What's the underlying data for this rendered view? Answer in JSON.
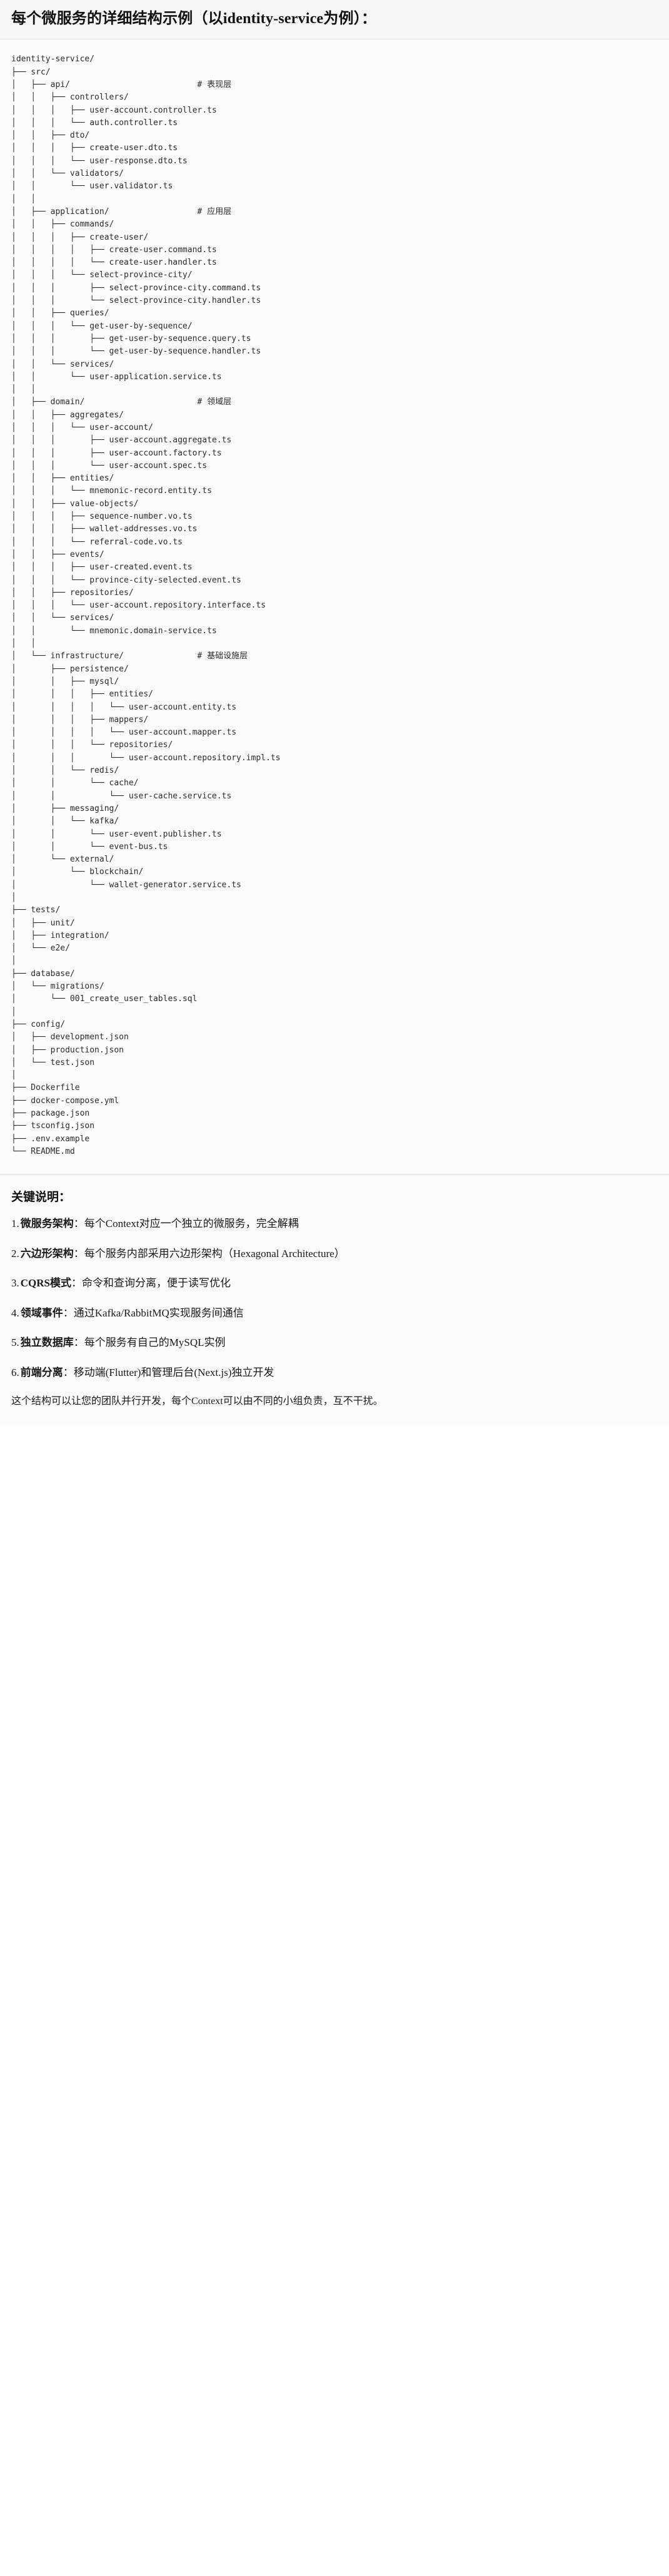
{
  "title": "每个微服务的详细结构示例（以identity-service为例）：",
  "tree": {
    "root": "identity-service/",
    "text": "identity-service/\n├── src/\n│   ├── api/                          # 表现层\n│   │   ├── controllers/\n│   │   │   ├── user-account.controller.ts\n│   │   │   └── auth.controller.ts\n│   │   ├── dto/\n│   │   │   ├── create-user.dto.ts\n│   │   │   └── user-response.dto.ts\n│   │   └── validators/\n│   │       └── user.validator.ts\n│   │\n│   ├── application/                  # 应用层\n│   │   ├── commands/\n│   │   │   ├── create-user/\n│   │   │   │   ├── create-user.command.ts\n│   │   │   │   └── create-user.handler.ts\n│   │   │   └── select-province-city/\n│   │   │       ├── select-province-city.command.ts\n│   │   │       └── select-province-city.handler.ts\n│   │   ├── queries/\n│   │   │   └── get-user-by-sequence/\n│   │   │       ├── get-user-by-sequence.query.ts\n│   │   │       └── get-user-by-sequence.handler.ts\n│   │   └── services/\n│   │       └── user-application.service.ts\n│   │\n│   ├── domain/                       # 领域层\n│   │   ├── aggregates/\n│   │   │   └── user-account/\n│   │   │       ├── user-account.aggregate.ts\n│   │   │       ├── user-account.factory.ts\n│   │   │       └── user-account.spec.ts\n│   │   ├── entities/\n│   │   │   └── mnemonic-record.entity.ts\n│   │   ├── value-objects/\n│   │   │   ├── sequence-number.vo.ts\n│   │   │   ├── wallet-addresses.vo.ts\n│   │   │   └── referral-code.vo.ts\n│   │   ├── events/\n│   │   │   ├── user-created.event.ts\n│   │   │   └── province-city-selected.event.ts\n│   │   ├── repositories/\n│   │   │   └── user-account.repository.interface.ts\n│   │   └── services/\n│   │       └── mnemonic.domain-service.ts\n│   │\n│   └── infrastructure/               # 基础设施层\n│       ├── persistence/\n│       │   ├── mysql/\n│       │   │   ├── entities/\n│       │   │   │   └── user-account.entity.ts\n│       │   │   ├── mappers/\n│       │   │   │   └── user-account.mapper.ts\n│       │   │   └── repositories/\n│       │   │       └── user-account.repository.impl.ts\n│       │   └── redis/\n│       │       └── cache/\n│       │           └── user-cache.service.ts\n│       ├── messaging/\n│       │   └── kafka/\n│       │       └── user-event.publisher.ts\n│       │       └── event-bus.ts\n│       └── external/\n│           └── blockchain/\n│               └── wallet-generator.service.ts\n│\n├── tests/\n│   ├── unit/\n│   ├── integration/\n│   └── e2e/\n│\n├── database/\n│   └── migrations/\n│       └── 001_create_user_tables.sql\n│\n├── config/\n│   ├── development.json\n│   ├── production.json\n│   └── test.json\n│\n├── Dockerfile\n├── docker-compose.yml\n├── package.json\n├── tsconfig.json\n├── .env.example\n└── README.md",
    "layer_comments": [
      {
        "path": "api/",
        "comment": "# 表现层"
      },
      {
        "path": "application/",
        "comment": "# 应用层"
      },
      {
        "path": "domain/",
        "comment": "# 领域层"
      },
      {
        "path": "infrastructure/",
        "comment": "# 基础设施层"
      }
    ]
  },
  "notes": {
    "heading": "关键说明：",
    "items": [
      {
        "num": "1.",
        "lead": "微服务架构",
        "sep": "：",
        "body": "每个Context对应一个独立的微服务，完全解耦"
      },
      {
        "num": "2.",
        "lead": "六边形架构",
        "sep": "：",
        "body": "每个服务内部采用六边形架构（Hexagonal Architecture）"
      },
      {
        "num": "3.",
        "lead": "CQRS模式",
        "sep": "：",
        "body": "命令和查询分离，便于读写优化"
      },
      {
        "num": "4.",
        "lead": "领域事件",
        "sep": "：",
        "body": "通过Kafka/RabbitMQ实现服务间通信"
      },
      {
        "num": "5.",
        "lead": "独立数据库",
        "sep": "：",
        "body": "每个服务有自己的MySQL实例"
      },
      {
        "num": "6.",
        "lead": "前端分离",
        "sep": "：",
        "body": "移动端(Flutter)和管理后台(Next.js)独立开发"
      }
    ],
    "closing": "这个结构可以让您的团队并行开发，每个Context可以由不同的小组负责，互不干扰。"
  },
  "colors": {
    "page_bg": "#fbfaf8",
    "title_bg": "#f7f6f3",
    "code_bg": "#fcfbf9",
    "rule": "#e3e1dc",
    "text": "#1a1a1a",
    "code_text": "#2b2b2b"
  }
}
